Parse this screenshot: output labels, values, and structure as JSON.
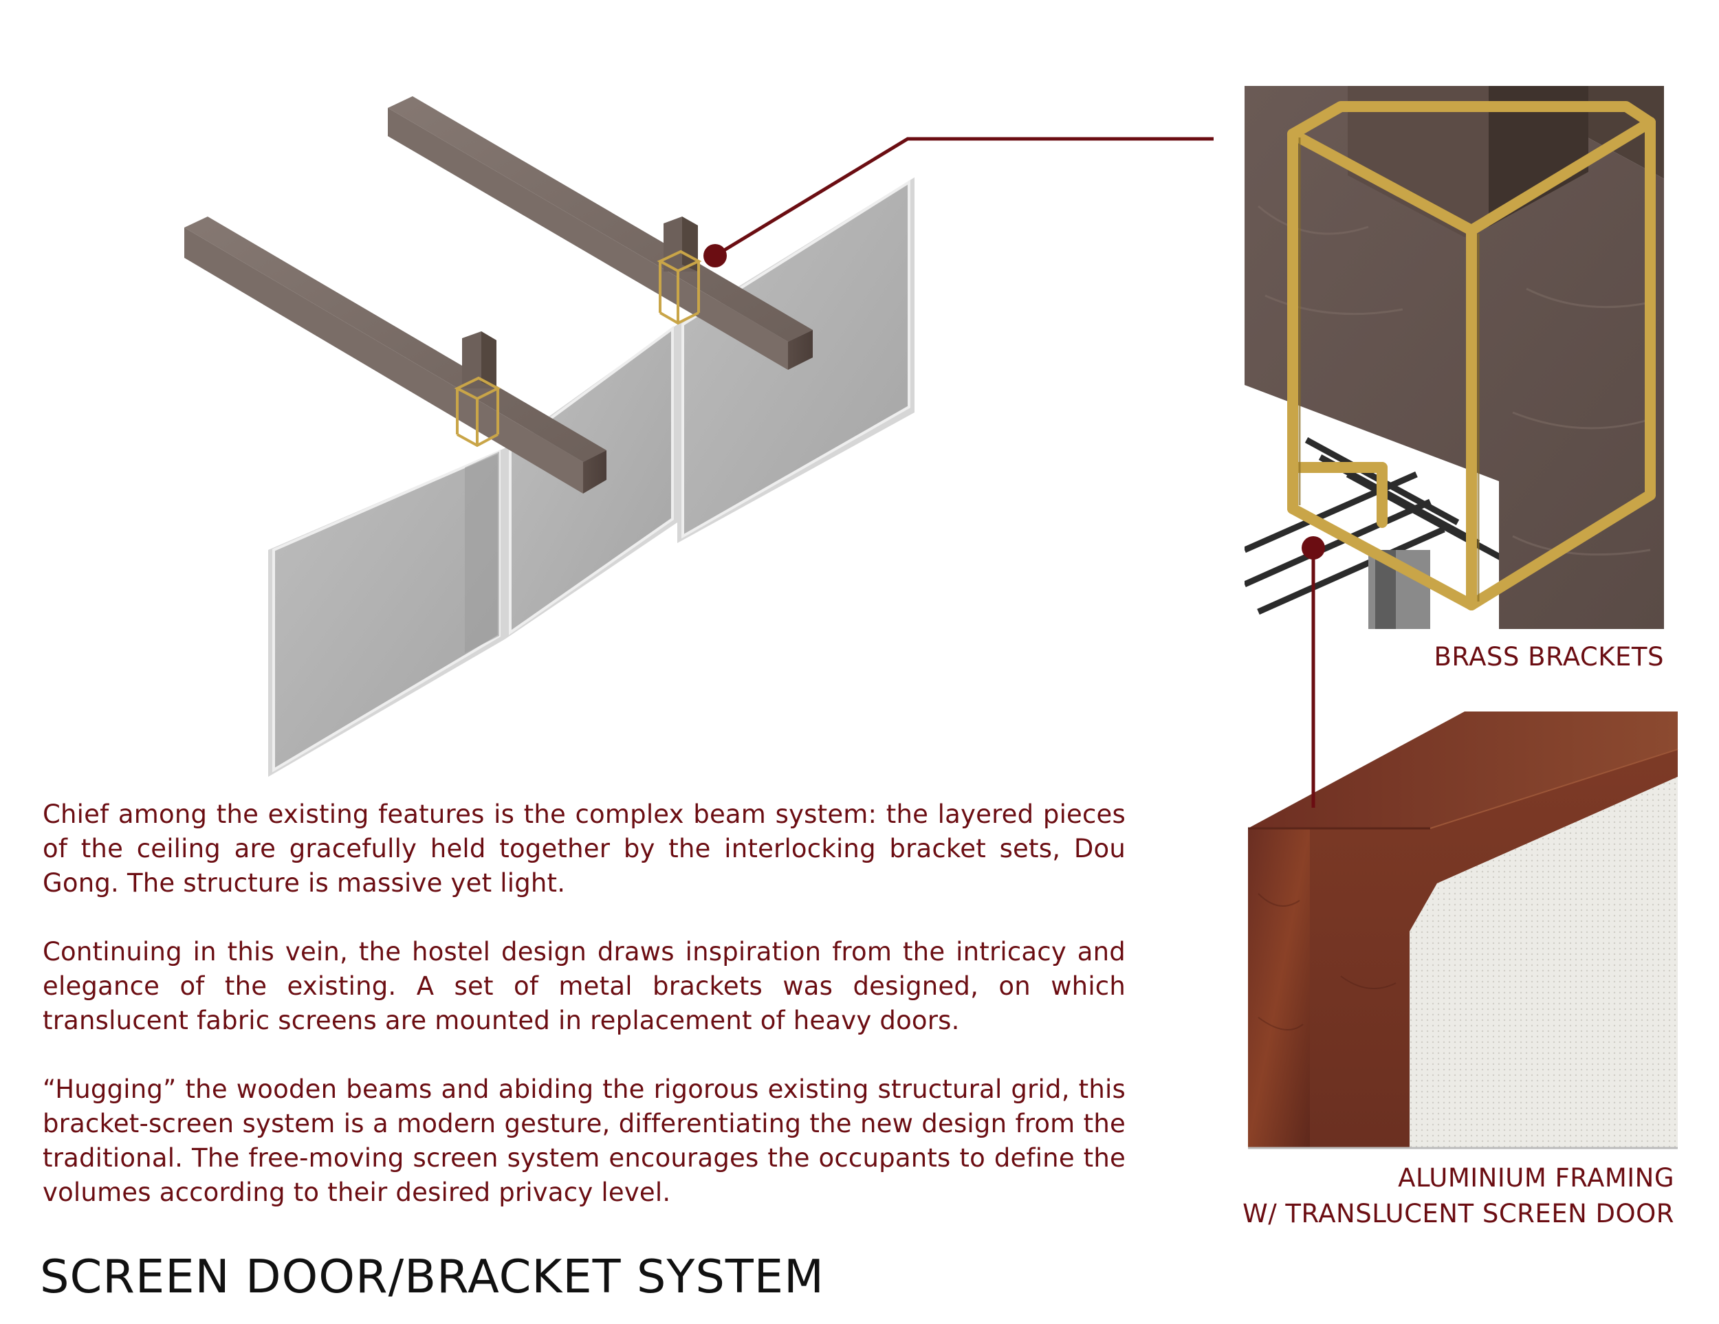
{
  "title": "SCREEN DOOR/BRACKET SYSTEM",
  "labels": {
    "brass": "BRASS BRACKETS",
    "aluminium_line1": "ALUMINIUM FRAMING",
    "aluminium_line2": "W/ TRANSLUCENT SCREEN DOOR"
  },
  "paragraphs": [
    "Chief among the existing features is the complex beam system: the layered pieces of the ceiling are gracefully held together by the interlocking bracket sets, Dou Gong. The structure is massive yet light.",
    "Continuing in this vein, the hostel design draws inspiration from the intricacy and elegance of the existing. A set of metal brackets was designed, on which translucent fabric screens are mounted in replacement of heavy doors.",
    "“Hugging” the wooden beams and abiding the rigorous existing structural grid, this bracket-screen system is a modern gesture, differentiating the new design from the traditional. The free-moving screen system encourages the occupants to define the volumes according to their desired privacy level."
  ],
  "colors": {
    "accent": "#6b0d12",
    "wood": "#6b5c55",
    "brass": "#c9a548",
    "screen": "#b3b3b3",
    "aluminium_rust": "#7a3422"
  }
}
